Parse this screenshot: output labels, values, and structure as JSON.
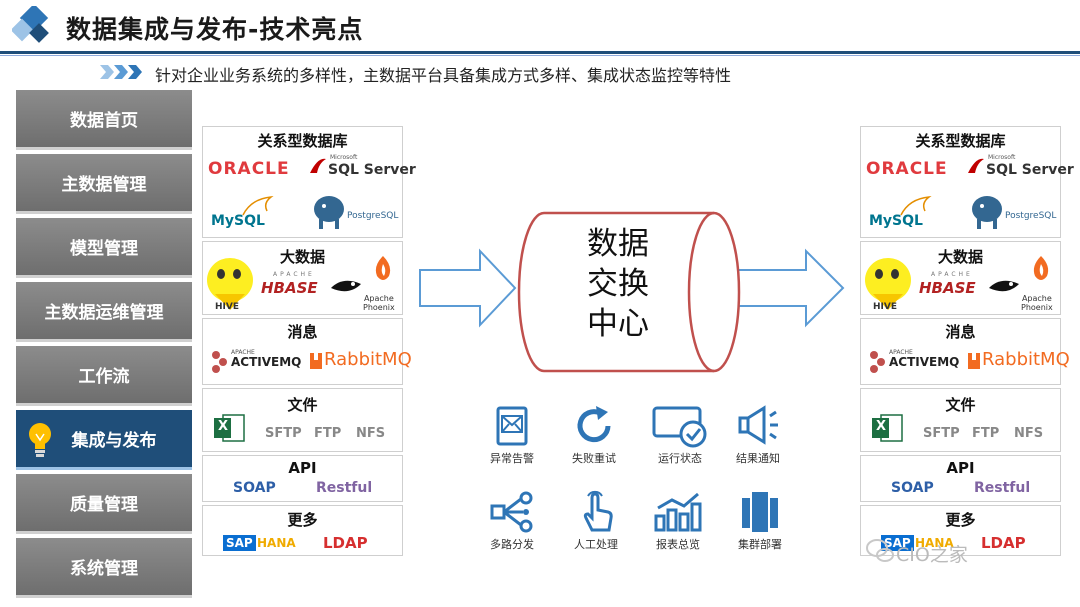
{
  "header": {
    "title": "数据集成与发布-技术亮点",
    "subtitle": "针对企业业务系统的多样性，主数据平台具备集成方式多样、集成状态监控等特性"
  },
  "menu": {
    "items": [
      {
        "label": "数据首页"
      },
      {
        "label": "主数据管理"
      },
      {
        "label": "模型管理"
      },
      {
        "label": "主数据运维管理"
      },
      {
        "label": "工作流"
      },
      {
        "label": "集成与发布",
        "active": true
      },
      {
        "label": "质量管理"
      },
      {
        "label": "系统管理"
      }
    ]
  },
  "sources": {
    "relational": {
      "title": "关系型数据库",
      "oracle": "ORACLE",
      "sqlserver_small": "Microsoft",
      "sqlserver": "SQL Server",
      "mysql": "MySQL",
      "postgres": "PostgreSQL"
    },
    "bigdata": {
      "title": "大数据",
      "hbase": "HBASE",
      "hbase_small": "APACHE",
      "hive": "HIVE",
      "phoenix_1": "Apache",
      "phoenix_2": "Phoenix"
    },
    "message": {
      "title": "消息",
      "activemq_small": "APACHE",
      "activemq": "ACTIVEMQ",
      "rabbitmq": "RabbitMQ"
    },
    "file": {
      "title": "文件",
      "excel": "X",
      "ftp_s": "SFTP",
      "ftp": "FTP",
      "nfs": "NFS"
    },
    "api": {
      "title": "API",
      "soap": "SOAP",
      "restful": "Restful"
    },
    "more": {
      "title": "更多",
      "sap": "SAP",
      "hana": "HANA",
      "ldap": "LDAP"
    }
  },
  "center": {
    "line1": "数据",
    "line2": "交换",
    "line3": "中心"
  },
  "features": [
    {
      "label": "异常告警",
      "icon": "envelope-alert-icon"
    },
    {
      "label": "失败重试",
      "icon": "retry-icon"
    },
    {
      "label": "运行状态",
      "icon": "status-check-icon"
    },
    {
      "label": "结果通知",
      "icon": "megaphone-icon"
    },
    {
      "label": "多路分发",
      "icon": "share-icon"
    },
    {
      "label": "人工处理",
      "icon": "hand-pointer-icon"
    },
    {
      "label": "报表总览",
      "icon": "bar-chart-icon"
    },
    {
      "label": "集群部署",
      "icon": "cluster-icon"
    }
  ],
  "watermark": "CIO之家",
  "colors": {
    "accent": "#1f4e79",
    "icon_blue": "#2e75b6",
    "cylinder": "#c0504d",
    "menu_gray": "#7f7f7f"
  }
}
